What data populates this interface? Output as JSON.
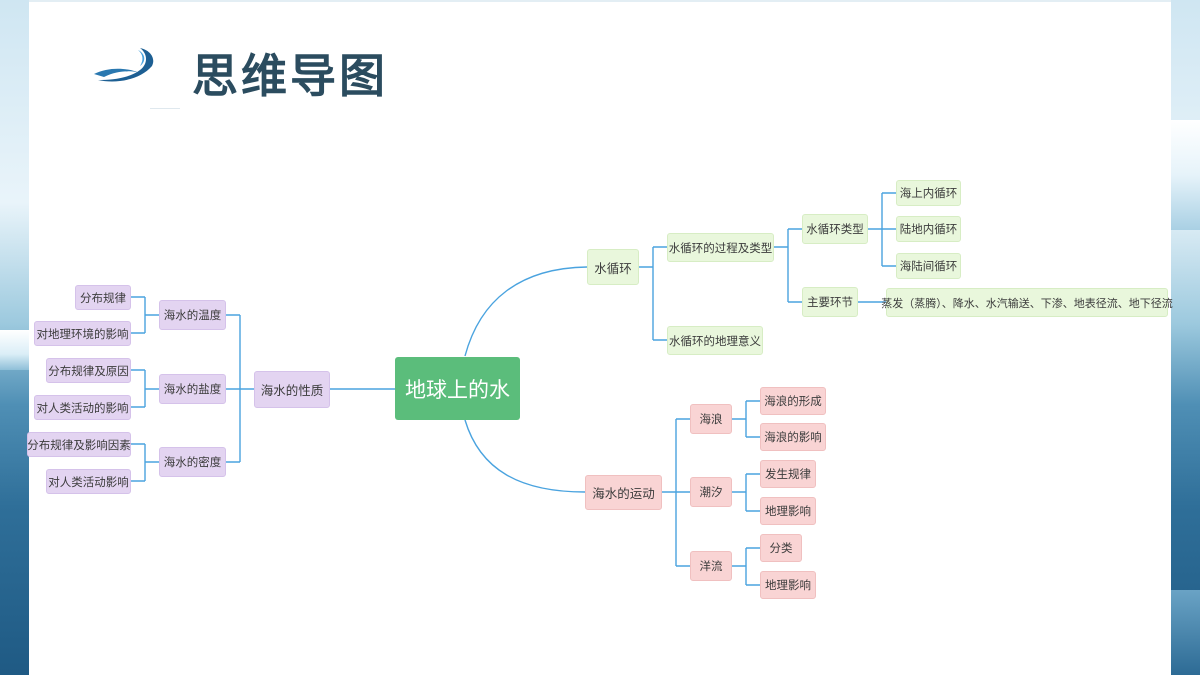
{
  "page_title": "思维导图",
  "mindmap": {
    "root": "地球上的水",
    "left": {
      "branch": "海水的性质",
      "children": [
        {
          "label": "海水的温度",
          "leaves": [
            "分布规律",
            "对地理环境的影响"
          ]
        },
        {
          "label": "海水的盐度",
          "leaves": [
            "分布规律及原因",
            "对人类活动的影响"
          ]
        },
        {
          "label": "海水的密度",
          "leaves": [
            "分布规律及影响因素",
            "对人类活动影响"
          ]
        }
      ]
    },
    "water_cycle": {
      "branch": "水循环",
      "process": "水循环的过程及类型",
      "types": "水循环类型",
      "type_leaves": [
        "海上内循环",
        "陆地内循环",
        "海陆间循环"
      ],
      "main_links": "主要环节",
      "main_links_detail": "蒸发（蒸腾）、降水、水汽输送、下渗、地表径流、地下径流",
      "significance": "水循环的地理意义"
    },
    "sea_motion": {
      "branch": "海水的运动",
      "children": [
        {
          "label": "海浪",
          "leaves": [
            "海浪的形成",
            "海浪的影响"
          ]
        },
        {
          "label": "潮汐",
          "leaves": [
            "发生规律",
            "地理影响"
          ]
        },
        {
          "label": "洋流",
          "leaves": [
            "分类",
            "地理影响"
          ]
        }
      ]
    }
  },
  "colors": {
    "link": "#4aa3df",
    "root": "#5bbd7b",
    "purple": "#e3d4f1",
    "green": "#e9f7dc",
    "red": "#f9d4d4"
  }
}
